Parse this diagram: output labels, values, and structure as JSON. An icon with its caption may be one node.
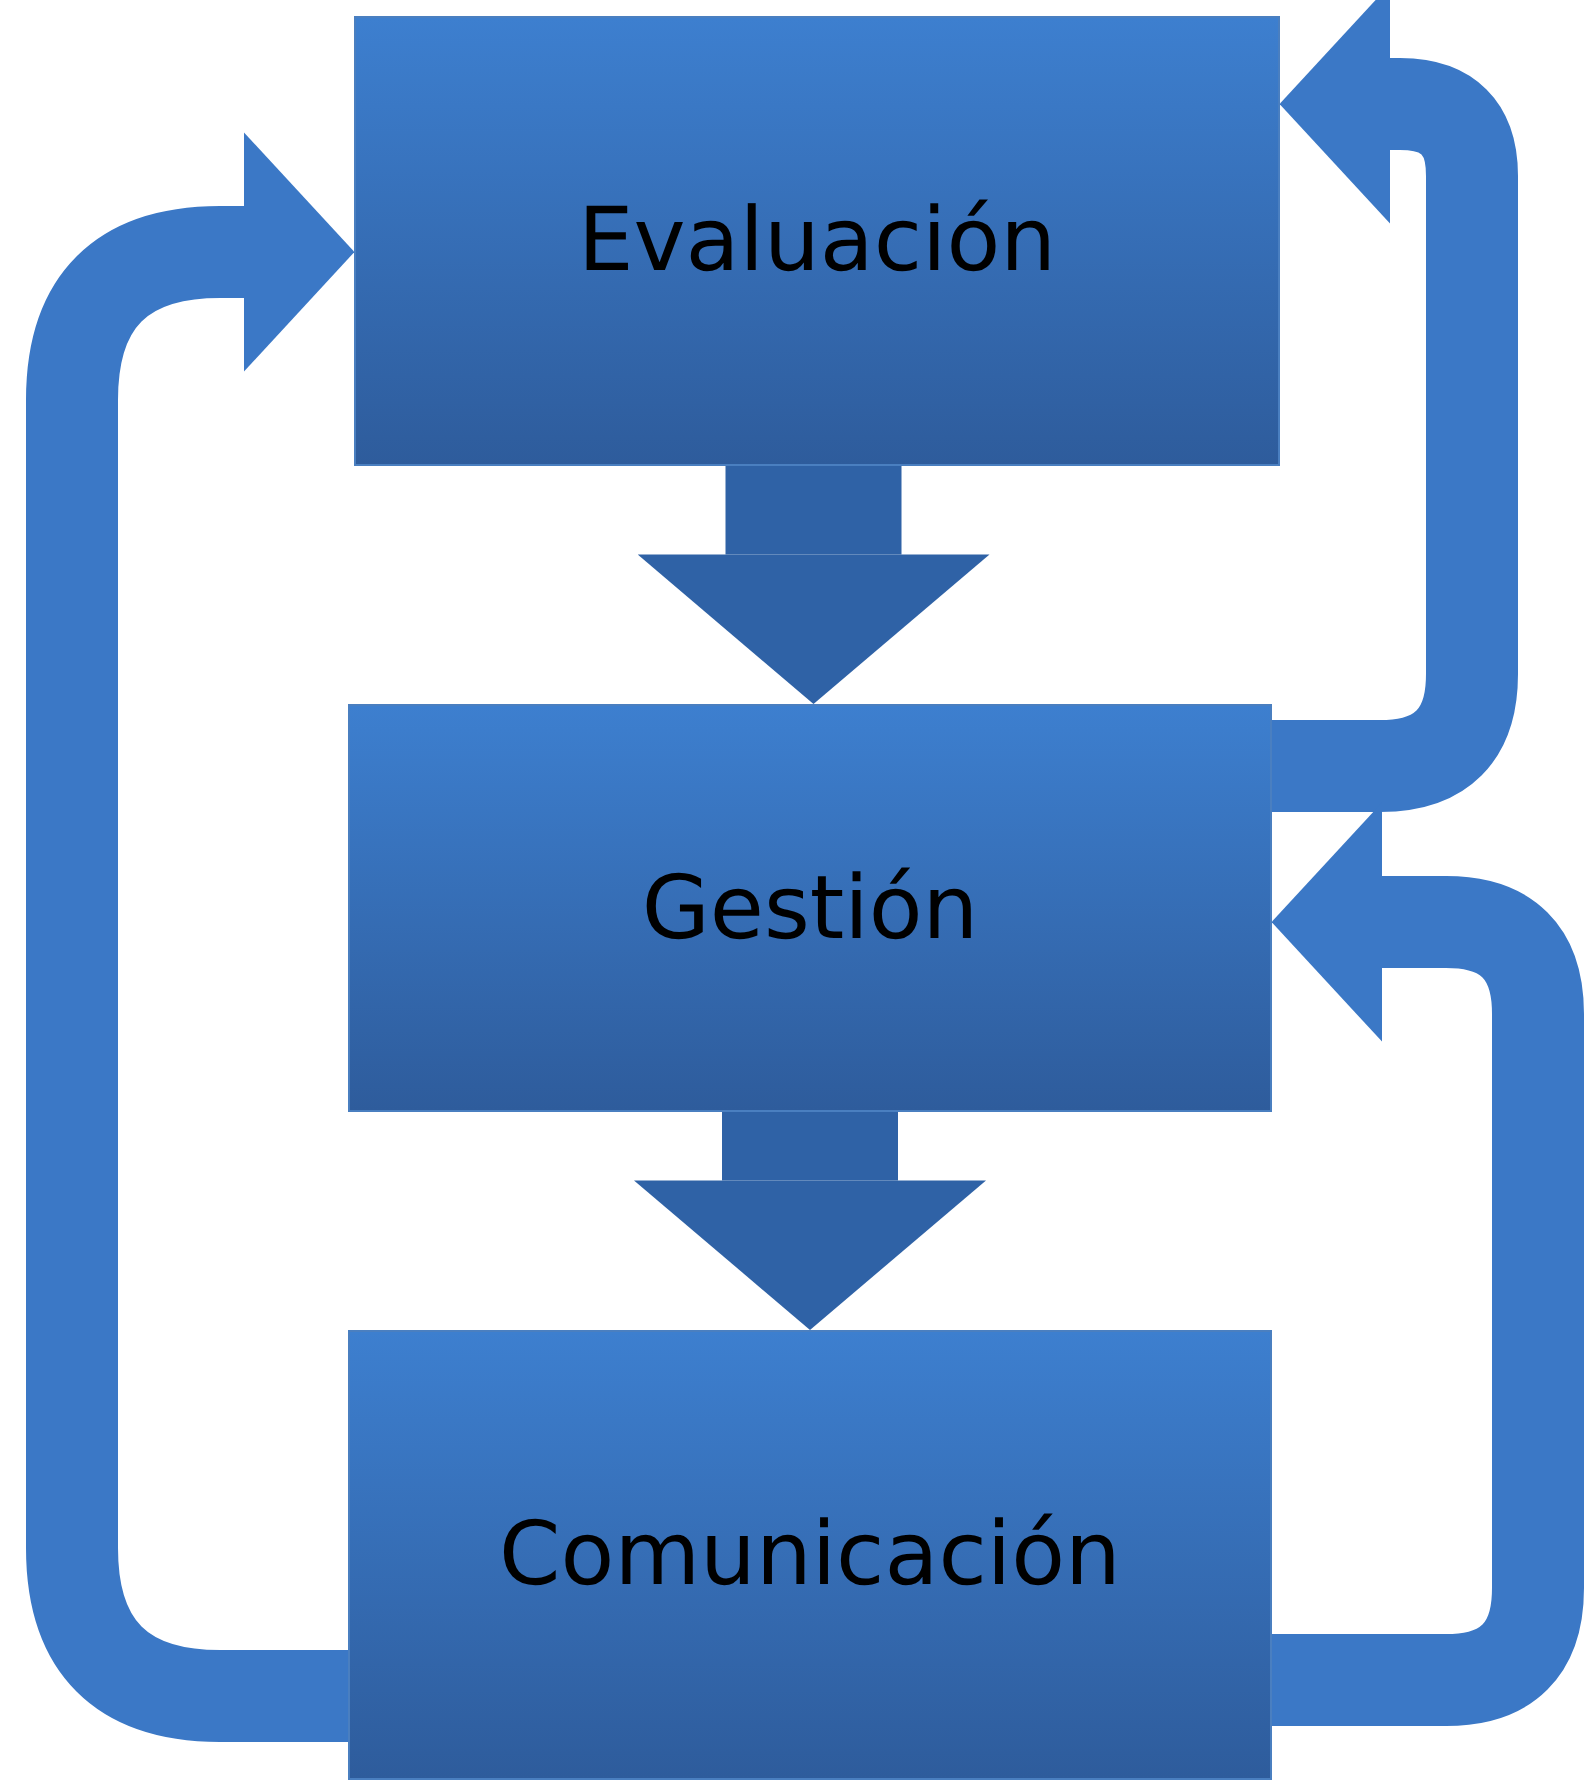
{
  "diagram": {
    "nodes": [
      {
        "text": [
          "Evaluación"
        ]
      },
      {
        "text": [
          "Gestión"
        ]
      },
      {
        "text": [
          "Comunicación"
        ]
      }
    ],
    "edges": [
      {
        "from": 0,
        "to": 1,
        "arrow": "to",
        "style": "thick"
      },
      {
        "from": 1,
        "to": 2,
        "arrow": "to",
        "style": "thick"
      },
      {
        "from": 2,
        "to": 0,
        "arrow": "to"
      },
      {
        "from": 1,
        "to": 0,
        "arrow": "to"
      },
      {
        "from": 2,
        "to": 1,
        "arrow": "to"
      }
    ]
  }
}
